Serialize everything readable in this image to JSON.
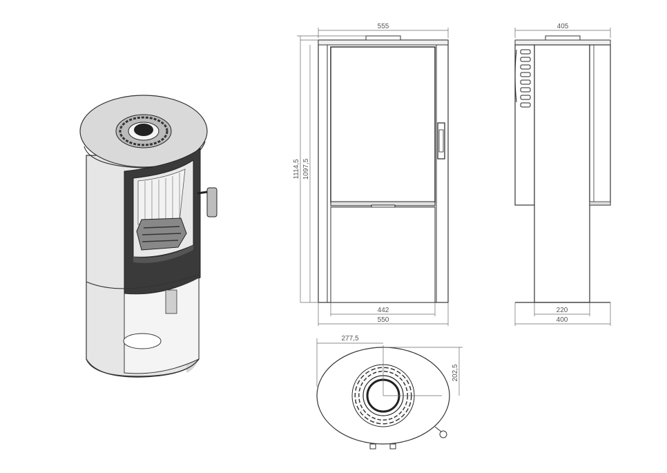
{
  "dimensions": {
    "front_width_top": "555",
    "front_height_total": "1114,5",
    "front_height_body": "1097,5",
    "front_base_inner": "442",
    "front_base_outer": "550",
    "side_width_top": "405",
    "side_base_inner": "220",
    "side_base_outer": "400",
    "top_offset_x": "277,5",
    "top_offset_y": "202,5"
  },
  "colors": {
    "line": "#333333",
    "dim": "#666666",
    "shade": "#dddddd",
    "dark": "#333333"
  }
}
